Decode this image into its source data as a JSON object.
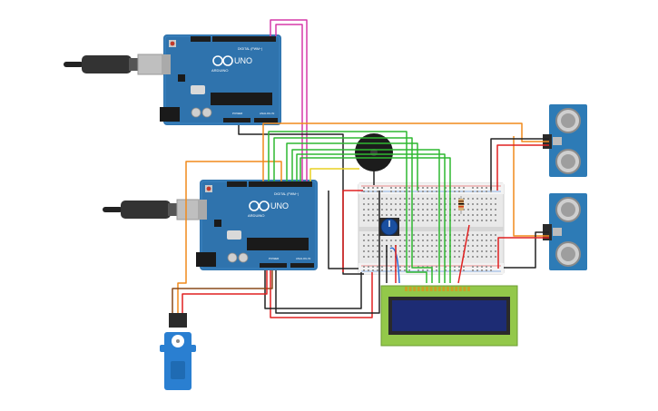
{
  "arduino_top": {
    "logo": "UNO",
    "brand": "ARDUINO",
    "digital_label": "DIGITAL (PWM~)",
    "power_label": "POWER",
    "analog_label": "ANALOG IN"
  },
  "arduino_bottom": {
    "logo": "UNO",
    "brand": "ARDUINO",
    "digital_label": "DIGITAL (PWM~)",
    "power_label": "POWER",
    "analog_label": "ANALOG IN"
  },
  "usb_cables": [
    "usb-cable-top",
    "usb-cable-bottom"
  ],
  "components": {
    "buzzer": "piezo-buzzer",
    "potentiometer": "potentiometer",
    "resistor": "resistor",
    "lcd": "lcd-16x2",
    "servo": "micro-servo",
    "ultrasonic_sensors": [
      "hc-sr04-top",
      "hc-sr04-bottom"
    ]
  },
  "colors": {
    "board": "#2f73ad",
    "board_dark": "#1e5a8f",
    "wire_red": "#e02020",
    "wire_black": "#222222",
    "wire_orange": "#f08a1c",
    "wire_green": "#2fb830",
    "wire_magenta": "#d63aa8",
    "wire_yellow": "#e8d020",
    "wire_blue": "#2a6fd6",
    "lcd_frame": "#93c84a",
    "lcd_screen": "#1d2c74",
    "sensor_board": "#2d7bb6",
    "servo_body": "#2a7fd1"
  }
}
